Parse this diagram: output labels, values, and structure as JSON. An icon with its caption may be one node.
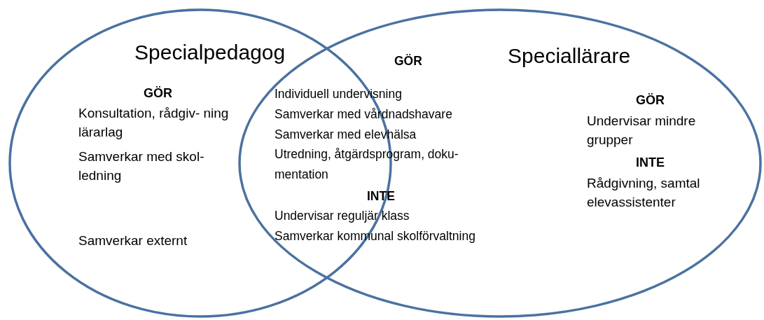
{
  "diagram": {
    "nodes": [
      {
        "text": [
          "Specialpedagog",
          "GÖR",
          "Konsultation, rådgiv- ning lärarlag",
          "Samverkar med skol- ledning",
          "Samverkar externt"
        ]
      },
      {
        "text": [
          "Speciallärare",
          "GÖR",
          "Undervisar mindre grupper",
          "INTE",
          "Rådgivning, samtal elevassistenter"
        ]
      }
    ],
    "labels": [
      "GÖR",
      "Individuell undervisning",
      "Samverkar med vårdnadshavare",
      "Samverkar med elevhälsa",
      "Utredning, åtgärdsprogram, doku- mentation",
      "INTE",
      "Undervisar reguljär klass",
      "Samverkar kommunal skolförvaltning"
    ]
  }
}
